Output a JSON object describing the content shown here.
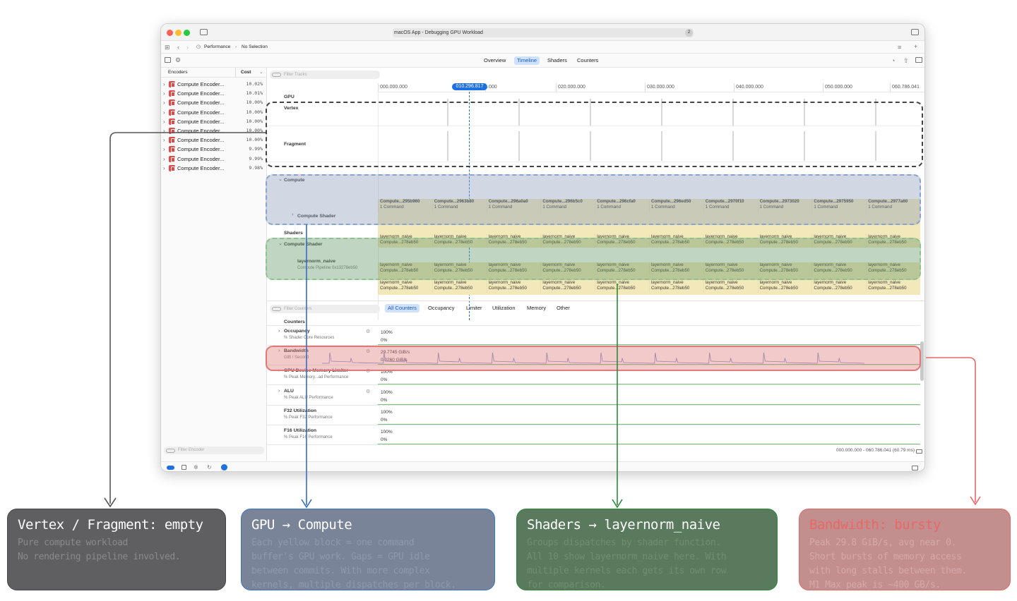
{
  "window": {
    "title": "macOS App - Debugging GPU Workload",
    "badge": "2",
    "breadcrumb_root": "Performance",
    "breadcrumb_sep": "›",
    "breadcrumb_leaf": "No Selection"
  },
  "tabs": [
    "Overview",
    "Timeline",
    "Shaders",
    "Counters"
  ],
  "active_tab": "Timeline",
  "sidebar": {
    "header_encoders": "Encoders",
    "header_cost": "Cost",
    "filter_placeholder": "Filter Encoder",
    "encoders": [
      {
        "name": "Compute Encoder...",
        "cost": "10.02%"
      },
      {
        "name": "Compute Encoder...",
        "cost": "10.01%"
      },
      {
        "name": "Compute Encoder...",
        "cost": "10.00%"
      },
      {
        "name": "Compute Encoder...",
        "cost": "10.00%"
      },
      {
        "name": "Compute Encoder...",
        "cost": "10.00%"
      },
      {
        "name": "Compute Encoder...",
        "cost": "10.00%"
      },
      {
        "name": "Compute Encoder...",
        "cost": "10.00%"
      },
      {
        "name": "Compute Encoder...",
        "cost": "9.99%"
      },
      {
        "name": "Compute Encoder...",
        "cost": "9.99%"
      },
      {
        "name": "Compute Encoder...",
        "cost": "9.98%"
      }
    ]
  },
  "timeline": {
    "filter_placeholder": "Filter Tracks",
    "ruler": [
      "000.000.000",
      "020.000.000",
      "030.000.000",
      "040.000.000",
      "050.000.000",
      "060.786.041"
    ],
    "ruler_partial": ".000",
    "cursor": "010.296.817",
    "tracks": {
      "gpu": "GPU",
      "vertex": "Vertex",
      "fragment": "Fragment",
      "compute": "Compute",
      "compute_shader": "Compute Shader",
      "shaders": "Shaders",
      "compute_shader_group": "Compute Shader",
      "pipeline_name": "layernorm_naive",
      "pipeline_sub": "Compute Pipeline 0x13278eb50"
    },
    "compute_blocks": [
      {
        "name": "Compute...295b960",
        "sub": "1 Command"
      },
      {
        "name": "Compute...2963b80",
        "sub": "1 Command"
      },
      {
        "name": "Compute...296a0a0",
        "sub": "1 Command"
      },
      {
        "name": "Compute...296b5c0",
        "sub": "1 Command"
      },
      {
        "name": "Compute...296cfa0",
        "sub": "1 Command"
      },
      {
        "name": "Compute...296ed50",
        "sub": "1 Command"
      },
      {
        "name": "Compute...2970f10",
        "sub": "1 Command"
      },
      {
        "name": "Compute...2973020",
        "sub": "1 Command"
      },
      {
        "name": "Compute...2975950",
        "sub": "1 Command"
      },
      {
        "name": "Compute...2977a60",
        "sub": "1 Command"
      }
    ],
    "shader_block_name": "layernorm_naive",
    "shader_block_sub": "Compute...278eb50"
  },
  "counters": {
    "filter_placeholder": "Filter Counters",
    "tabs": [
      "All Counters",
      "Occupancy",
      "Limiter",
      "Utilization",
      "Memory",
      "Other"
    ],
    "active_tab": "All Counters",
    "header": "Counters",
    "rows": [
      {
        "name": "Occupancy",
        "unit": "% Shader Core Resources",
        "max": "100%",
        "min": "0%"
      },
      {
        "name": "Bandwidth",
        "unit": "GiB / Second",
        "max": "29.7745 GiB/s",
        "min": "0.0260 GiB/s"
      },
      {
        "name": "GPU Device Memory Limiter",
        "unit": "% Peak Memory...ad Performance",
        "max": "100%",
        "min": "0%"
      },
      {
        "name": "ALU",
        "unit": "% Peak ALU Performance",
        "max": "100%",
        "min": "0%"
      },
      {
        "name": "F32 Utilization",
        "unit": "% Peak F32 Performance",
        "max": "100%",
        "min": "0%"
      },
      {
        "name": "F16 Utilization",
        "unit": "% Peak F16 Performance",
        "max": "100%",
        "min": "0%"
      }
    ],
    "range": "000.000.000 - 060.786.041 (60.79 ms)"
  },
  "annotations": [
    {
      "title": "Vertex / Fragment: empty",
      "lines": [
        "Pure compute workload",
        "No rendering pipeline involved."
      ],
      "fill": "#5f5f62",
      "text": "#8a8a8e"
    },
    {
      "title": "GPU → Compute",
      "lines": [
        "Each yellow block = one command",
        "buffer's GPU work. Gaps = GPU idle",
        "between commits. With more complex",
        "kernels, multiple dispatches per block."
      ],
      "fill": "#7a8499",
      "text": "#8e98ad"
    },
    {
      "title": "Shaders → layernorm_naive",
      "lines": [
        "Groups dispatches by shader function.",
        "All 10 show layernorm_naive here. With",
        "multiple kernels each gets its own row",
        "for comparison."
      ],
      "fill": "#5a7a5e",
      "text": "#6d8f71"
    },
    {
      "title": "Bandwidth: bursty",
      "lines": [
        "Peak 29.8 GiB/s, avg near 0.",
        "Short bursts of memory access",
        "with long stalls between them.",
        "M1 Max peak is ~400 GB/s."
      ],
      "fill": "#c28e8e",
      "text": "#d7a8a8",
      "title_color": "#e86868"
    }
  ],
  "colors": {
    "accent": "#1e6fe0",
    "compute_block": "#f3e8b9",
    "encoder_icon": "#e34848",
    "bandwidth_overlay": "#e07a7a",
    "compute_overlay": "#8798b8",
    "shader_overlay": "#8cb890"
  }
}
